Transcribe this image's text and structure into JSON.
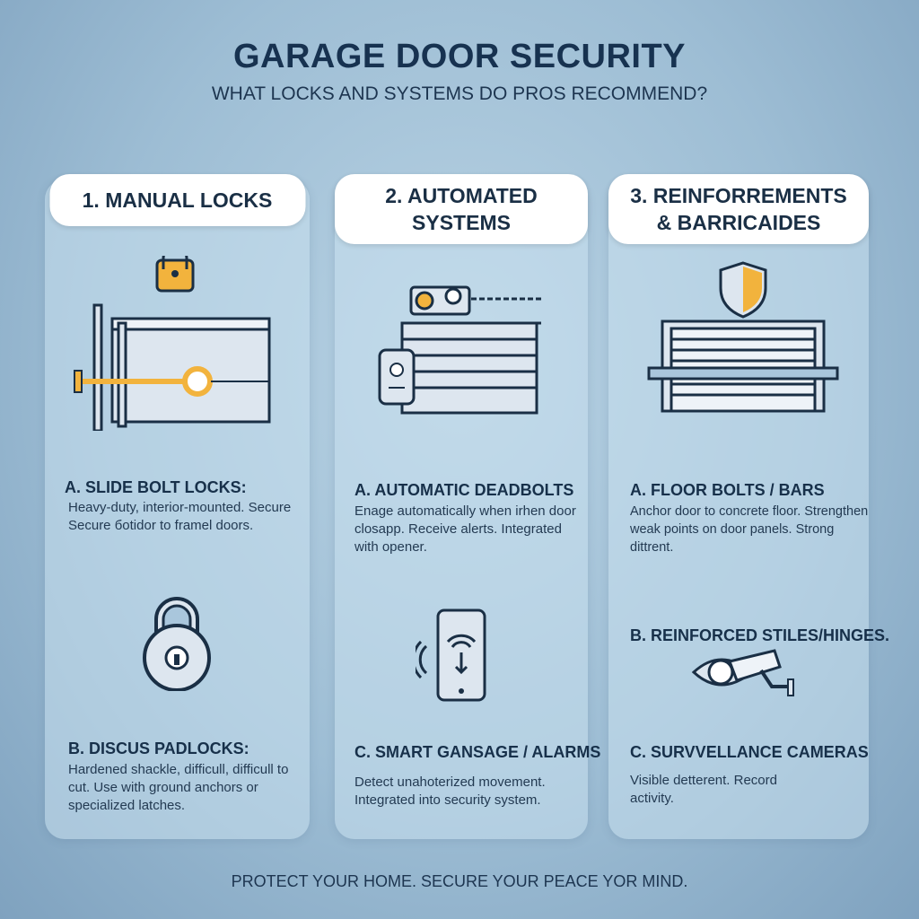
{
  "header": {
    "title": "GARAGE DOOR SECURITY",
    "subtitle": "WHAT LOCKS AND SYSTEMS DO PROS RECOMMEND?"
  },
  "columns": [
    {
      "title": "1. MANUAL LOCKS",
      "items": [
        {
          "heading": "A. SLIDE BOLT LOCKS:",
          "text": "Heavy-duty, interior-mounted. Secure Secure бotidor to framel doors.",
          "icon": "slide-bolt-icon"
        },
        {
          "heading": "B. DISCUS PADLOCKS:",
          "text": "Hardened shackle, difficull, difficull to cut. Use with ground anchors or specialized latches.",
          "icon": "padlock-icon"
        }
      ]
    },
    {
      "title": "2. AUTOMATED SYSTEMS",
      "items": [
        {
          "heading": "A. AUTOMATIC DEADBOLTS",
          "text": "Enage automatically when irhen door closapp. Receive alerts. Integrated with opener.",
          "icon": "garage-opener-icon"
        },
        {
          "heading": "C. SMART GANSAGE / ALARMS",
          "text": "Detect unahoterized movement. Integrated into security system.",
          "icon": "smartphone-icon"
        }
      ]
    },
    {
      "title": "3. REINFORREMENTS & BARRICAIDES",
      "items": [
        {
          "heading": "A. FLOOR BOLTS / BARS",
          "text": "Anchor door to concrete floor. Strengthen weak points on door panels. Strong dittrent.",
          "icon": "shield-garage-icon"
        },
        {
          "heading": "B. REINFORCED STILES/HINGES.",
          "text": "",
          "icon": "camera-eye-icon"
        },
        {
          "heading": "C. SURVVELLANCE CAMERAS",
          "text": "Visible detterent. Record activity."
        }
      ]
    }
  ],
  "footer": "PROTECT YOUR HOME. SECURE YOUR PEACE YOR MIND.",
  "colors": {
    "navy": "#173250",
    "accent": "#f2b33d",
    "background": "#9dbdd4"
  }
}
